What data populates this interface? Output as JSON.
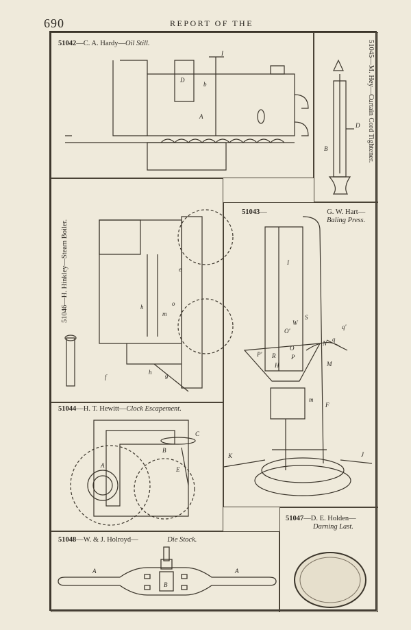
{
  "header": {
    "page_number": "690",
    "running_head": "REPORT OF THE"
  },
  "figures": {
    "oil_still": {
      "number": "51042",
      "caption": "—C. A. Hardy—",
      "title": "Oil Still.",
      "labels": [
        "I",
        "D",
        "b",
        "A"
      ]
    },
    "curtain": {
      "number": "51045",
      "caption": "—M. Hey—",
      "title": "Curtain Cord Tightener.",
      "labels": [
        "D",
        "B"
      ]
    },
    "boiler": {
      "number": "51046",
      "caption": "—H. Hinkley—",
      "title": "Steam Boiler.",
      "labels": [
        "h",
        "h",
        "m",
        "o",
        "e",
        "g",
        "f"
      ]
    },
    "press": {
      "number": "51043",
      "caption": "—",
      "caption2": "G. W. Hart—",
      "title": "Baling Press.",
      "labels": [
        "I",
        "O'",
        "O",
        "W",
        "S",
        "q'",
        "N",
        "q",
        "P'",
        "R",
        "H",
        "P",
        "M",
        "m",
        "F",
        "K",
        "J"
      ]
    },
    "clock": {
      "number": "51044",
      "caption": "—H. T. Hewitt—",
      "title": "Clock Escapement.",
      "labels": [
        "C",
        "B",
        "A",
        "E"
      ]
    },
    "darning": {
      "number": "51047",
      "caption": "—D. E. Holden—",
      "title": "Darning Last."
    },
    "die_stock": {
      "number": "51048",
      "caption": "—W. & J. Holroyd—",
      "title": "Die Stock.",
      "labels": [
        "A",
        "A",
        "B"
      ]
    }
  }
}
